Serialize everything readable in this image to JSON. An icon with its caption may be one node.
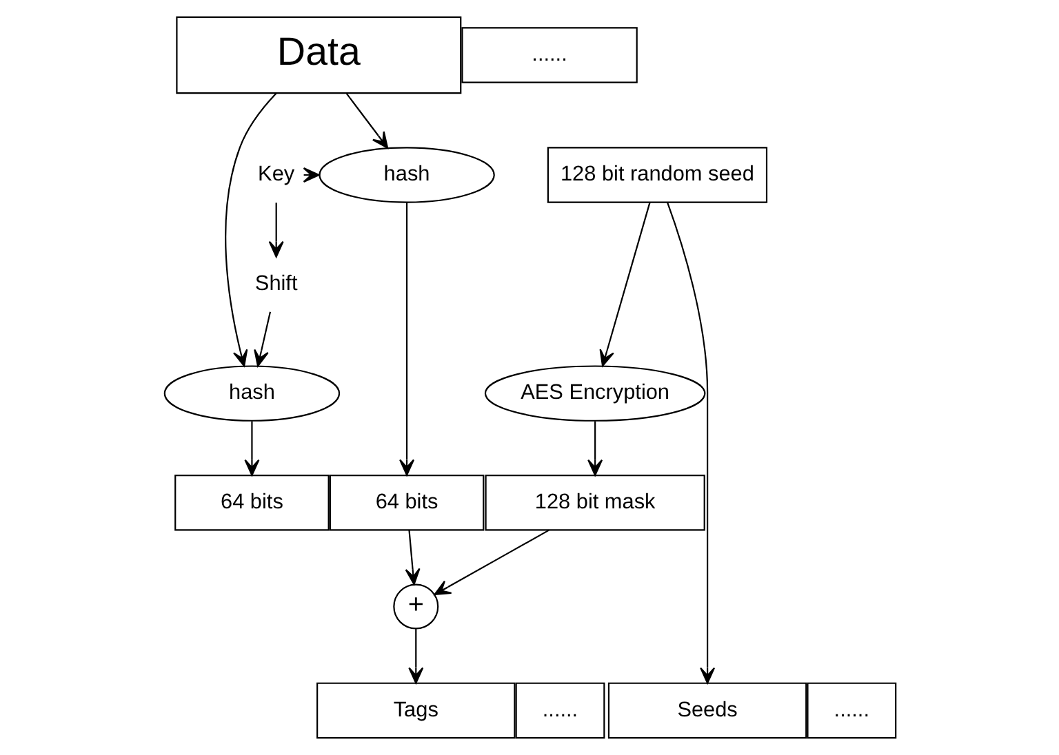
{
  "diagram": {
    "nodes": [
      {
        "text": [
          "Data"
        ]
      },
      {
        "text": [
          "......"
        ]
      },
      {
        "text": [
          "Key"
        ]
      },
      {
        "text": [
          "Shift"
        ]
      },
      {
        "text": [
          "hash"
        ]
      },
      {
        "text": [
          "hash"
        ]
      },
      {
        "text": [
          "128 bit random seed"
        ]
      },
      {
        "text": [
          "AES Encryption"
        ]
      },
      {
        "text": [
          "64 bits"
        ]
      },
      {
        "text": [
          "64 bits"
        ]
      },
      {
        "text": [
          "128 bit mask"
        ]
      },
      {
        "text": [
          "+"
        ]
      },
      {
        "text": [
          "Tags"
        ]
      },
      {
        "text": [
          "......"
        ]
      },
      {
        "text": [
          "Seeds"
        ]
      },
      {
        "text": [
          "......"
        ]
      }
    ],
    "edges": [
      {
        "from": 0,
        "to": 4,
        "arrow": "to"
      },
      {
        "from": 0,
        "to": 5,
        "arrow": "to"
      },
      {
        "from": 2,
        "to": 5,
        "arrow": "to"
      },
      {
        "from": 2,
        "to": 3,
        "arrow": "to"
      },
      {
        "from": 3,
        "to": 4,
        "arrow": "to"
      },
      {
        "from": 4,
        "to": 8,
        "arrow": "to"
      },
      {
        "from": 5,
        "to": 9,
        "arrow": "to"
      },
      {
        "from": 6,
        "to": 7,
        "arrow": "to"
      },
      {
        "from": 7,
        "to": 10,
        "arrow": "to"
      },
      {
        "from": 9,
        "to": 11,
        "arrow": "to"
      },
      {
        "from": 10,
        "to": 11,
        "arrow": "to"
      },
      {
        "from": 11,
        "to": 12,
        "arrow": "to"
      },
      {
        "from": 6,
        "to": 14,
        "arrow": "to"
      }
    ]
  }
}
